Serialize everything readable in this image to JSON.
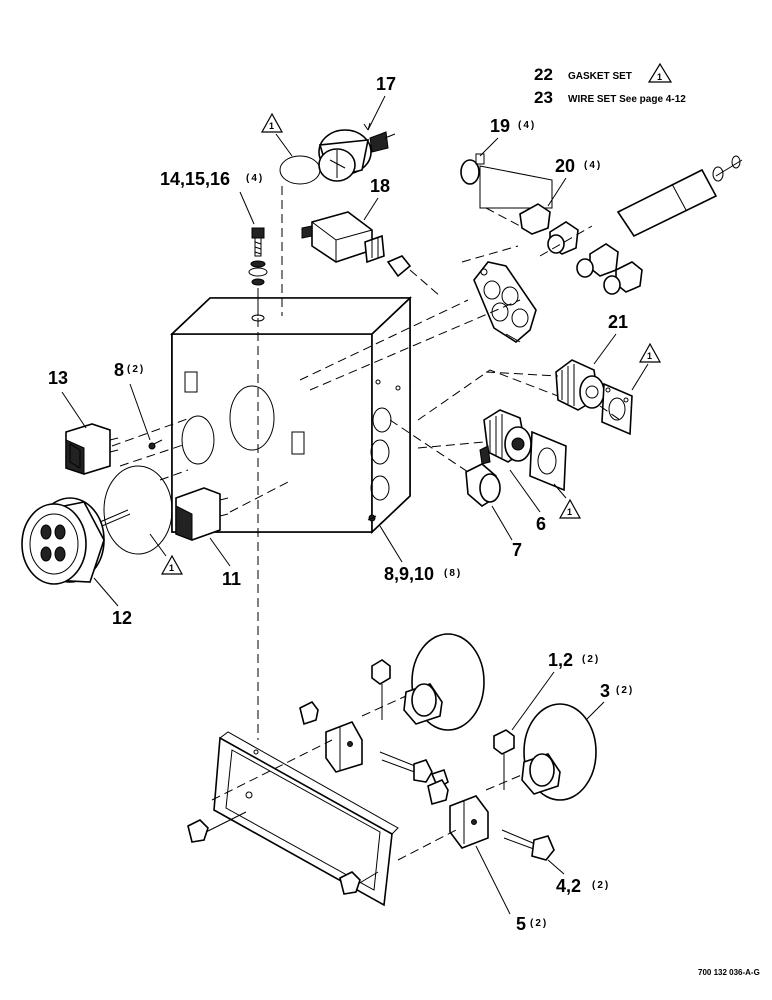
{
  "legend": [
    {
      "number": "22",
      "text": "GASKET SET"
    },
    {
      "number": "23",
      "text": "WIRE SET See page 4-12"
    }
  ],
  "note_symbol": "1",
  "callouts": {
    "c17": {
      "label": "17",
      "qty": ""
    },
    "c18": {
      "label": "18",
      "qty": ""
    },
    "c14": {
      "label": "14,15,16",
      "qty": "(4)"
    },
    "c19": {
      "label": "19",
      "qty": "(4)"
    },
    "c20": {
      "label": "20",
      "qty": "(4)"
    },
    "c21": {
      "label": "21",
      "qty": ""
    },
    "c13": {
      "label": "13",
      "qty": ""
    },
    "c8": {
      "label": "8",
      "qty": "(2)"
    },
    "c6": {
      "label": "6",
      "qty": ""
    },
    "c7": {
      "label": "7",
      "qty": ""
    },
    "c11": {
      "label": "11",
      "qty": ""
    },
    "c12": {
      "label": "12",
      "qty": ""
    },
    "c8910": {
      "label": "8,9,10",
      "qty": "(8)"
    },
    "c12b": {
      "label": "1,2",
      "qty": "(2)"
    },
    "c3": {
      "label": "3",
      "qty": "(2)"
    },
    "c42": {
      "label": "4,2",
      "qty": "(2)"
    },
    "c5": {
      "label": "5",
      "qty": "(2)"
    }
  },
  "figure_id": "700 132 036-A-G"
}
